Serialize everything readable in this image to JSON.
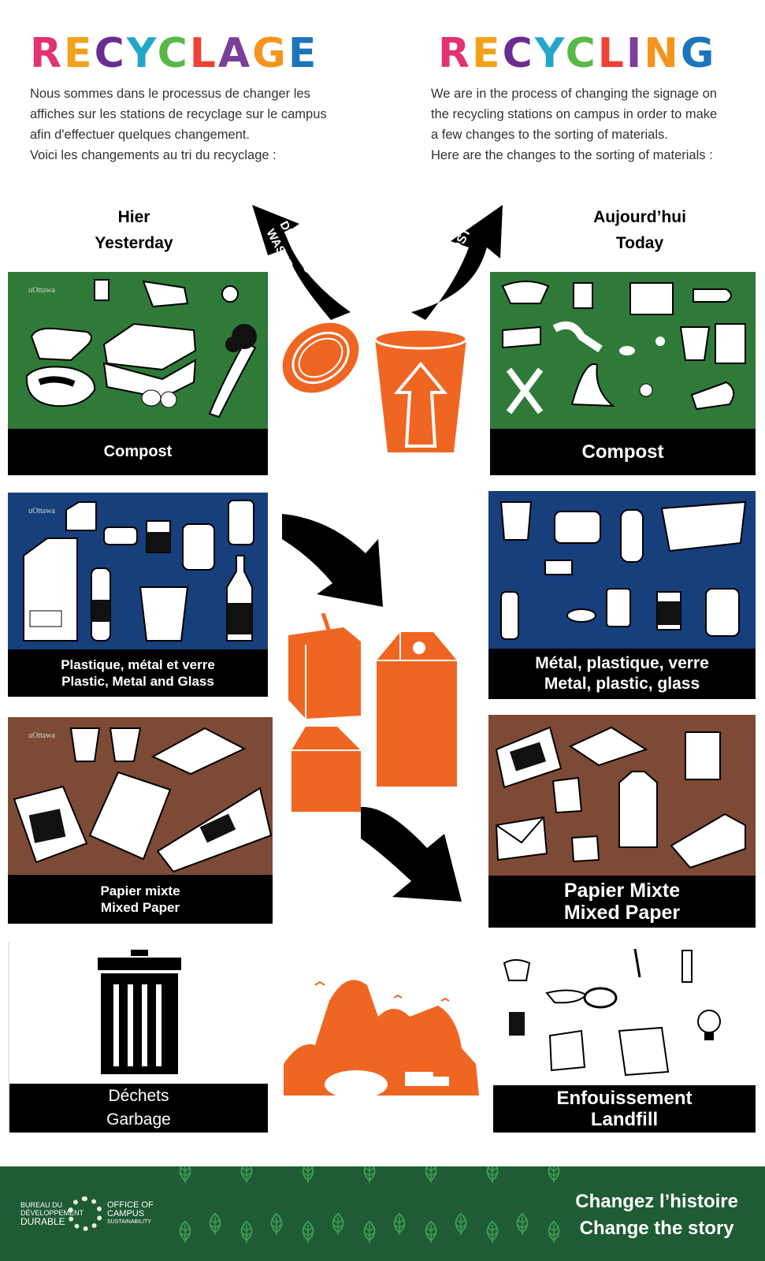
{
  "header": {
    "title_fr": "RECYCLAGE",
    "title_en": "RECYCLING",
    "title_colors": [
      "#e2336f",
      "#f3a21b",
      "#6a2c91",
      "#22a7c9",
      "#58b947",
      "#ef4136",
      "#7a3f98",
      "#f7941d",
      "#1c75bc"
    ],
    "intro_fr": [
      "Nous sommes dans le processus de changer les",
      "affiches sur les stations de recyclage sur le campus",
      "afin d'effectuer quelques changement.",
      "Voici les changements au tri du recyclage :"
    ],
    "intro_en": [
      "We are in the process of changing the signage on",
      "the recycling stations on campus in order to make",
      "a few changes to the sorting of materials.",
      "Here are the changes to the sorting of materials :"
    ]
  },
  "columns": {
    "left": [
      "Hier",
      "Yesterday"
    ],
    "right": [
      "Aujourd’hui",
      "Today"
    ]
  },
  "arrows": {
    "waste": [
      "DÉCHETS",
      "WASTE"
    ],
    "compost": "COMPOST"
  },
  "yesterday": {
    "brand": "uOttawa",
    "compost": [
      "Compost"
    ],
    "containers": [
      "Plastique, métal et verre",
      "Plastic, Metal and Glass"
    ],
    "paper": [
      "Papier mixte",
      "Mixed Paper"
    ],
    "garbage": [
      "Déchets",
      "Garbage"
    ]
  },
  "today": {
    "compost": [
      "Compost"
    ],
    "containers": [
      "Métal, plastique, verre",
      "Metal, plastic, glass"
    ],
    "paper": [
      "Papier Mixte",
      "Mixed Paper"
    ],
    "landfill": [
      "Enfouissement",
      "Landfill"
    ]
  },
  "colors": {
    "compost_green": "#2f7a38",
    "container_blue": "#173f7c",
    "paper_brown": "#7d4a35",
    "accent_orange": "#ef6622",
    "footer_green": "#1f5b34"
  },
  "footer": {
    "org_fr": [
      "BUREAU DU",
      "DÉVELOPPEMENT",
      "DURABLE"
    ],
    "org_en": [
      "OFFICE OF",
      "CAMPUS",
      "SUSTAINABILITY"
    ],
    "tagline": [
      "Changez l’histoire",
      "Change the story"
    ]
  }
}
